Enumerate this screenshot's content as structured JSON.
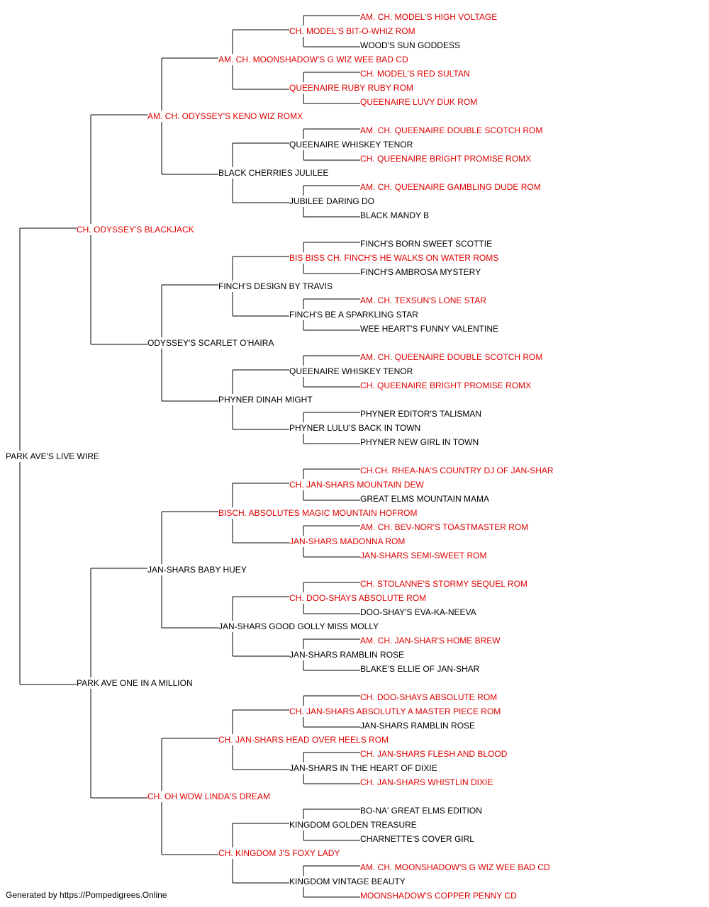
{
  "colors": {
    "champion": "#e00000",
    "normal": "#000000",
    "line": "#000000"
  },
  "subject": {
    "name": "PARK AVE'S LIVE WIRE",
    "champion": false
  },
  "ancestors": [
    {
      "name": "CH. ODYSSEY'S BLACKJACK",
      "champion": true
    },
    {
      "name": "PARK AVE ONE IN A MILLION",
      "champion": false
    },
    {
      "name": "AM. CH. ODYSSEY'S KENO WIZ ROMX",
      "champion": true
    },
    {
      "name": "ODYSSEY'S SCARLET O'HAIRA",
      "champion": false
    },
    {
      "name": "JAN-SHARS BABY HUEY",
      "champion": false
    },
    {
      "name": "CH. OH WOW LINDA'S DREAM",
      "champion": true
    },
    {
      "name": "AM. CH. MOONSHADOW'S G WIZ WEE BAD CD",
      "champion": true
    },
    {
      "name": "BLACK CHERRIES JULILEE",
      "champion": false
    },
    {
      "name": "FINCH'S DESIGN BY TRAVIS",
      "champion": false
    },
    {
      "name": "PHYNER DINAH MIGHT",
      "champion": false
    },
    {
      "name": "BISCH. ABSOLUTES MAGIC MOUNTAIN HOFROM",
      "champion": true
    },
    {
      "name": "JAN-SHARS GOOD GOLLY MISS MOLLY",
      "champion": false
    },
    {
      "name": "CH. JAN-SHARS HEAD OVER HEELS ROM",
      "champion": true
    },
    {
      "name": "CH. KINGDOM J'S FOXY LADY",
      "champion": true
    },
    {
      "name": "CH. MODEL'S BIT-O-WHIZ ROM",
      "champion": true
    },
    {
      "name": "QUEENAIRE RUBY RUBY ROM",
      "champion": true
    },
    {
      "name": "QUEENAIRE WHISKEY TENOR",
      "champion": false
    },
    {
      "name": "JUBILEE DARING DO",
      "champion": false
    },
    {
      "name": "BIS BISS CH. FINCH'S HE WALKS ON WATER ROMS",
      "champion": true
    },
    {
      "name": "FINCH'S BE A SPARKLING STAR",
      "champion": false
    },
    {
      "name": "QUEENAIRE WHISKEY TENOR",
      "champion": false
    },
    {
      "name": "PHYNER LULU'S BACK IN TOWN",
      "champion": false
    },
    {
      "name": "CH. JAN-SHARS MOUNTAIN DEW",
      "champion": true
    },
    {
      "name": "JAN-SHARS MADONNA ROM",
      "champion": true
    },
    {
      "name": "CH. DOO-SHAYS ABSOLUTE ROM",
      "champion": true
    },
    {
      "name": "JAN-SHARS RAMBLIN ROSE",
      "champion": false
    },
    {
      "name": "CH. JAN-SHARS ABSOLUTLY A MASTER PIECE ROM",
      "champion": true
    },
    {
      "name": "JAN-SHARS IN THE HEART OF DIXIE",
      "champion": false
    },
    {
      "name": "KINGDOM GOLDEN TREASURE",
      "champion": false
    },
    {
      "name": "KINGDOM VINTAGE BEAUTY",
      "champion": false
    },
    {
      "name": "AM. CH. MODEL'S HIGH VOLTAGE",
      "champion": true
    },
    {
      "name": "WOOD'S SUN GODDESS",
      "champion": false
    },
    {
      "name": "CH. MODEL'S RED SULTAN",
      "champion": true
    },
    {
      "name": "QUEENAIRE LUVY DUK ROM",
      "champion": true
    },
    {
      "name": "AM. CH. QUEENAIRE DOUBLE SCOTCH ROM",
      "champion": true
    },
    {
      "name": "CH. QUEENAIRE BRIGHT PROMISE ROMX",
      "champion": true
    },
    {
      "name": "AM. CH. QUEENAIRE GAMBLING DUDE ROM",
      "champion": true
    },
    {
      "name": "BLACK MANDY B",
      "champion": false
    },
    {
      "name": "FINCH'S BORN SWEET SCOTTIE",
      "champion": false
    },
    {
      "name": "FINCH'S AMBROSA MYSTERY",
      "champion": false
    },
    {
      "name": "AM. CH. TEXSUN'S LONE STAR",
      "champion": true
    },
    {
      "name": "WEE HEART'S FUNNY VALENTINE",
      "champion": false
    },
    {
      "name": "AM. CH. QUEENAIRE DOUBLE SCOTCH ROM",
      "champion": true
    },
    {
      "name": "CH. QUEENAIRE BRIGHT PROMISE ROMX",
      "champion": true
    },
    {
      "name": "PHYNER EDITOR'S TALISMAN",
      "champion": false
    },
    {
      "name": "PHYNER NEW GIRL IN TOWN",
      "champion": false
    },
    {
      "name": "CH.CH. RHEA-NA'S COUNTRY DJ OF JAN-SHAR",
      "champion": true
    },
    {
      "name": "GREAT ELMS MOUNTAIN MAMA",
      "champion": false
    },
    {
      "name": "AM. CH. BEV-NOR'S TOASTMASTER ROM",
      "champion": true
    },
    {
      "name": "JAN-SHARS SEMI-SWEET ROM",
      "champion": true
    },
    {
      "name": "CH. STOLANNE'S STORMY SEQUEL ROM",
      "champion": true
    },
    {
      "name": "DOO-SHAY'S EVA-KA-NEEVA",
      "champion": false
    },
    {
      "name": "AM. CH. JAN-SHAR'S HOME BREW",
      "champion": true
    },
    {
      "name": "BLAKE'S ELLIE OF JAN-SHAR",
      "champion": false
    },
    {
      "name": "CH. DOO-SHAYS ABSOLUTE ROM",
      "champion": true
    },
    {
      "name": "JAN-SHARS RAMBLIN ROSE",
      "champion": false
    },
    {
      "name": "CH. JAN-SHARS FLESH AND BLOOD",
      "champion": true
    },
    {
      "name": "CH. JAN-SHARS WHISTLIN DIXIE",
      "champion": true
    },
    {
      "name": "BO-NA' GREAT ELMS EDITION",
      "champion": false
    },
    {
      "name": "CHARNETTE'S COVER GIRL",
      "champion": false
    },
    {
      "name": "AM. CH. MOONSHADOW'S G WIZ WEE BAD CD",
      "champion": true
    },
    {
      "name": "MOONSHADOW'S COPPER PENNY CD",
      "champion": true
    }
  ],
  "footer": "Generated by https://Pompedigrees.Online"
}
